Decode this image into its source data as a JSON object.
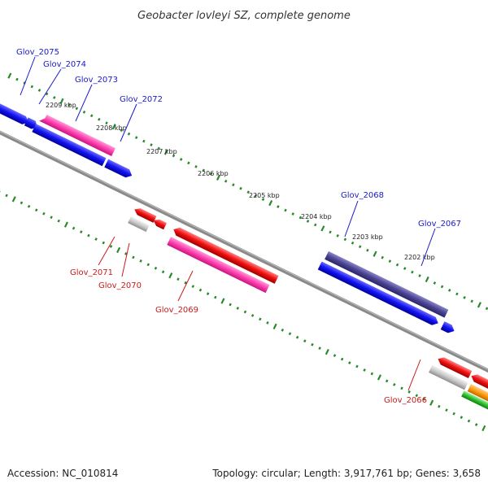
{
  "title": "Geobacter lovleyi SZ, complete genome",
  "accession": "Accession: NC_010814",
  "topology": "Topology: circular; Length: 3,917,761 bp; Genes: 3,658",
  "colors": {
    "backbone": "#8c8c8c",
    "tick": "#2a8a2a",
    "forward_label": "#1a1acc",
    "reverse_label": "#cc1a1a"
  },
  "kbp_labels": [
    "2209 kbp",
    "2208 kbp",
    "2207 kbp",
    "2206 kbp",
    "2205 kbp",
    "2204 kbp",
    "2203 kbp",
    "2202 kbp"
  ],
  "genes": [
    {
      "id": "Glov_2075",
      "strand": "forward"
    },
    {
      "id": "Glov_2074",
      "strand": "forward"
    },
    {
      "id": "Glov_2073",
      "strand": "forward"
    },
    {
      "id": "Glov_2072",
      "strand": "forward"
    },
    {
      "id": "Glov_2068",
      "strand": "forward"
    },
    {
      "id": "Glov_2067",
      "strand": "forward"
    },
    {
      "id": "Glov_2071",
      "strand": "reverse"
    },
    {
      "id": "Glov_2070",
      "strand": "reverse"
    },
    {
      "id": "Glov_2069",
      "strand": "reverse"
    },
    {
      "id": "Glov_2066",
      "strand": "reverse"
    }
  ]
}
